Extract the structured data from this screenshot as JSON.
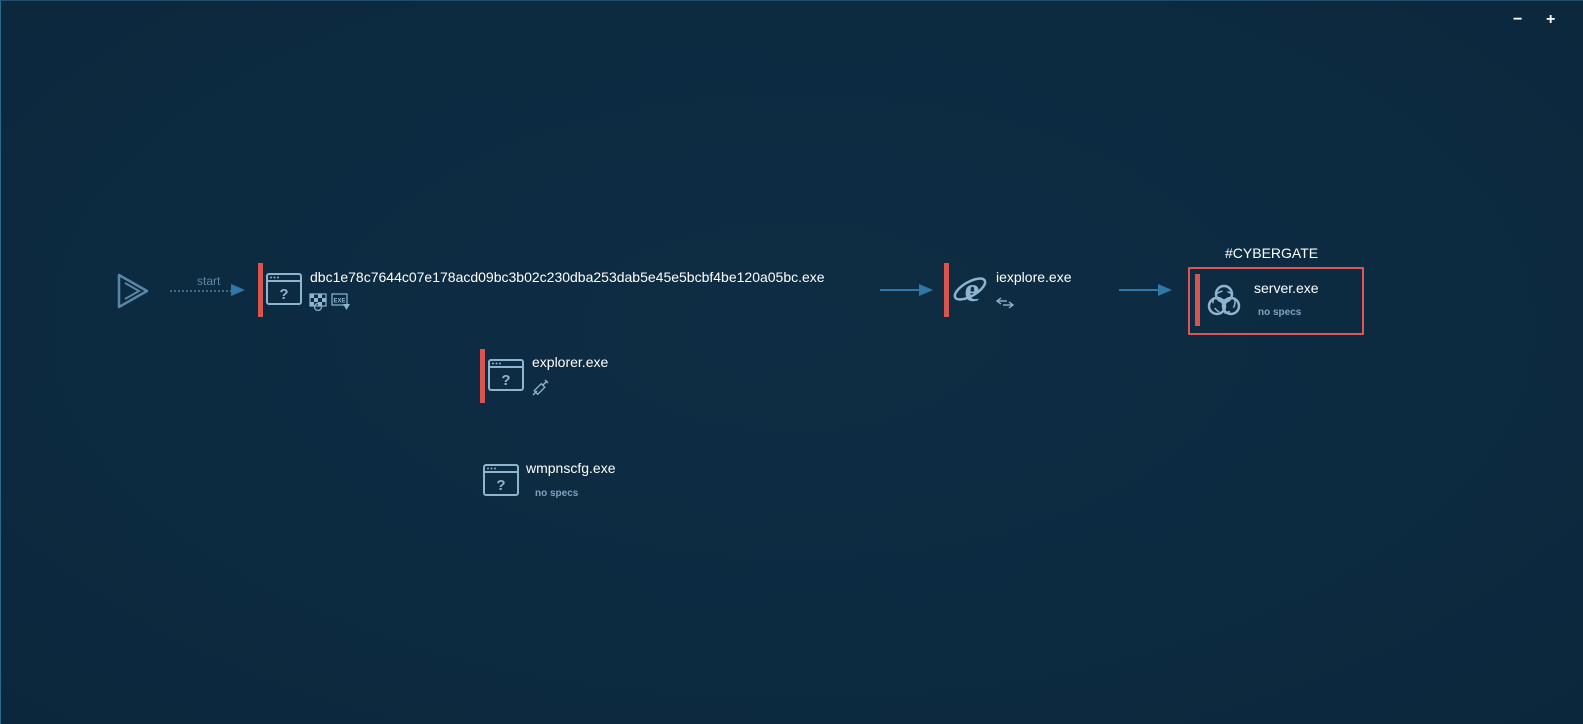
{
  "toolbar": {
    "zoom_out": "−",
    "zoom_in": "+"
  },
  "start": {
    "label": "start"
  },
  "nodes": {
    "main": {
      "name": "dbc1e78c7644c07e178acd09bc3b02c230dba253dab5e45e5bcbf4be120a05bc.exe",
      "icon": "unknown-window-icon",
      "specs": [
        "checkered-flag-icon",
        "exe-drop-icon"
      ]
    },
    "iexplore": {
      "name": "iexplore.exe",
      "icon": "internet-explorer-icon",
      "specs": [
        "network-arrows-icon"
      ]
    },
    "server": {
      "tag": "#CYBERGATE",
      "name": "server.exe",
      "icon": "biohazard-icon",
      "spec_text": "no specs"
    },
    "explorer": {
      "name": "explorer.exe",
      "icon": "unknown-window-icon",
      "specs": [
        "syringe-icon"
      ]
    },
    "wmpnscfg": {
      "name": "wmpnscfg.exe",
      "icon": "unknown-window-icon",
      "spec_text": "no specs"
    }
  },
  "colors": {
    "background": "#0d2a40",
    "accent": "#2f78a8",
    "alert": "#d9534f",
    "icon": "#8fb4d0"
  }
}
